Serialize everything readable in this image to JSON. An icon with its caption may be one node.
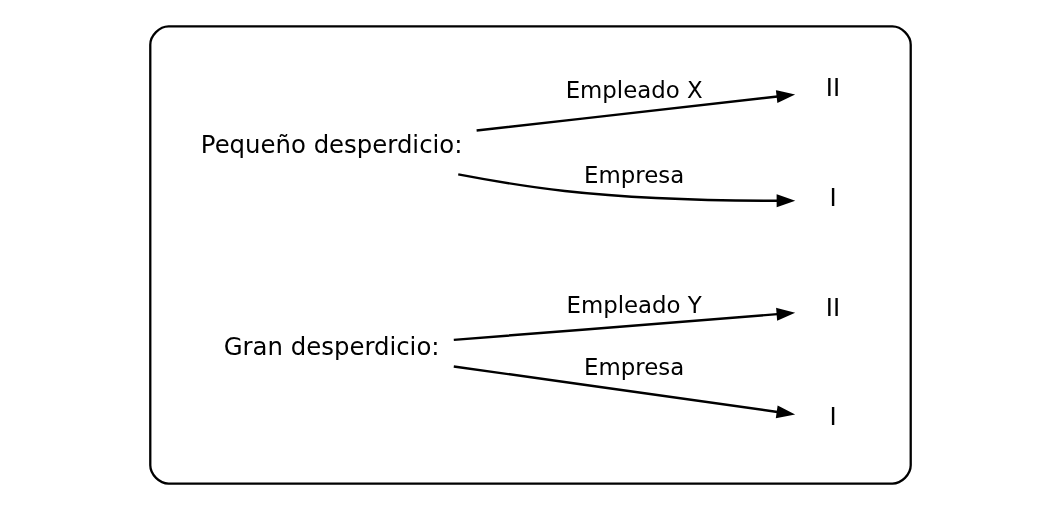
{
  "diagram": {
    "nodes": [
      {
        "text": [],
        "shape": "box"
      },
      {
        "text": [
          "Pequeño desperdicio:"
        ],
        "in": 0
      },
      {
        "text": [
          "I"
        ],
        "in": 0
      },
      {
        "text": [
          "II"
        ],
        "in": 0
      },
      {
        "text": [
          "Gran desperdicio:"
        ],
        "in": 0
      },
      {
        "text": [
          "I"
        ],
        "in": 0
      },
      {
        "text": [
          "II"
        ],
        "in": 0
      }
    ],
    "edges": [
      {
        "from": 1,
        "to": 2,
        "arrow": "to",
        "label": "Empresa"
      },
      {
        "from": 1,
        "to": 3,
        "arrow": "to",
        "label": "Empleado X"
      },
      {
        "from": 4,
        "to": 5,
        "arrow": "to",
        "label": "Empresa"
      },
      {
        "from": 4,
        "to": 6,
        "arrow": "to",
        "label": "Empleado Y"
      }
    ]
  }
}
